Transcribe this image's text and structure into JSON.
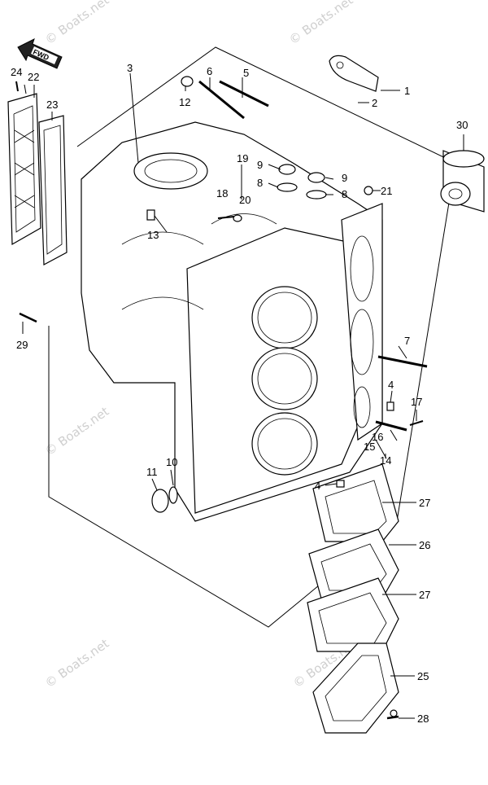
{
  "direction_label": "FWD",
  "watermark": "© Boats.net",
  "callouts": [
    "1",
    "2",
    "3",
    "4",
    "4",
    "5",
    "6",
    "7",
    "8",
    "8",
    "9",
    "9",
    "10",
    "11",
    "12",
    "13",
    "14",
    "15",
    "16",
    "17",
    "18",
    "19",
    "20",
    "21",
    "22",
    "23",
    "24",
    "25",
    "26",
    "27",
    "27",
    "28",
    "29",
    "30"
  ]
}
